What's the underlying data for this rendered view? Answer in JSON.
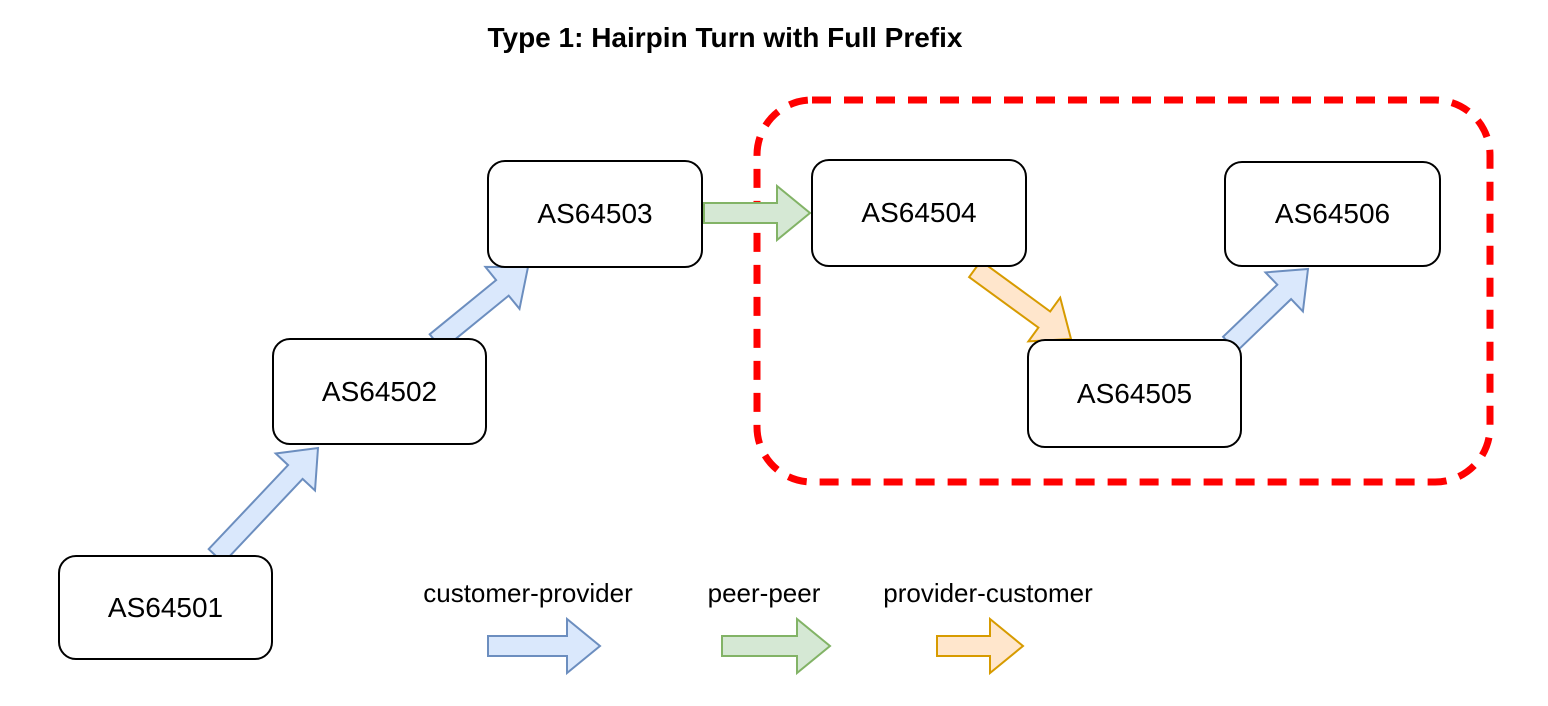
{
  "title": "Type 1: Hairpin Turn with Full Prefix",
  "nodes": [
    {
      "id": "AS64501",
      "label": "AS64501"
    },
    {
      "id": "AS64502",
      "label": "AS64502"
    },
    {
      "id": "AS64503",
      "label": "AS64503"
    },
    {
      "id": "AS64504",
      "label": "AS64504"
    },
    {
      "id": "AS64505",
      "label": "AS64505"
    },
    {
      "id": "AS64506",
      "label": "AS64506"
    }
  ],
  "edges": [
    {
      "from": "AS64501",
      "to": "AS64502",
      "type": "customer-provider"
    },
    {
      "from": "AS64502",
      "to": "AS64503",
      "type": "customer-provider"
    },
    {
      "from": "AS64503",
      "to": "AS64504",
      "type": "peer-peer"
    },
    {
      "from": "AS64504",
      "to": "AS64505",
      "type": "provider-customer"
    },
    {
      "from": "AS64505",
      "to": "AS64506",
      "type": "customer-provider"
    }
  ],
  "highlight_region": {
    "style": "dashed-rounded-rect",
    "enclosed_nodes": [
      "AS64504",
      "AS64505",
      "AS64506"
    ]
  },
  "legend": [
    {
      "label": "customer-provider",
      "type": "customer-provider"
    },
    {
      "label": "peer-peer",
      "type": "peer-peer"
    },
    {
      "label": "provider-customer",
      "type": "provider-customer"
    }
  ],
  "colors": {
    "customer_provider": {
      "fill": "#dae8fc",
      "stroke": "#6c8ebf"
    },
    "peer_peer": {
      "fill": "#d5e8d4",
      "stroke": "#82b366"
    },
    "provider_customer": {
      "fill": "#ffe6cc",
      "stroke": "#d79b00"
    },
    "highlight": "#ff0000",
    "node_fill": "#ffffff",
    "node_stroke": "#000000"
  }
}
